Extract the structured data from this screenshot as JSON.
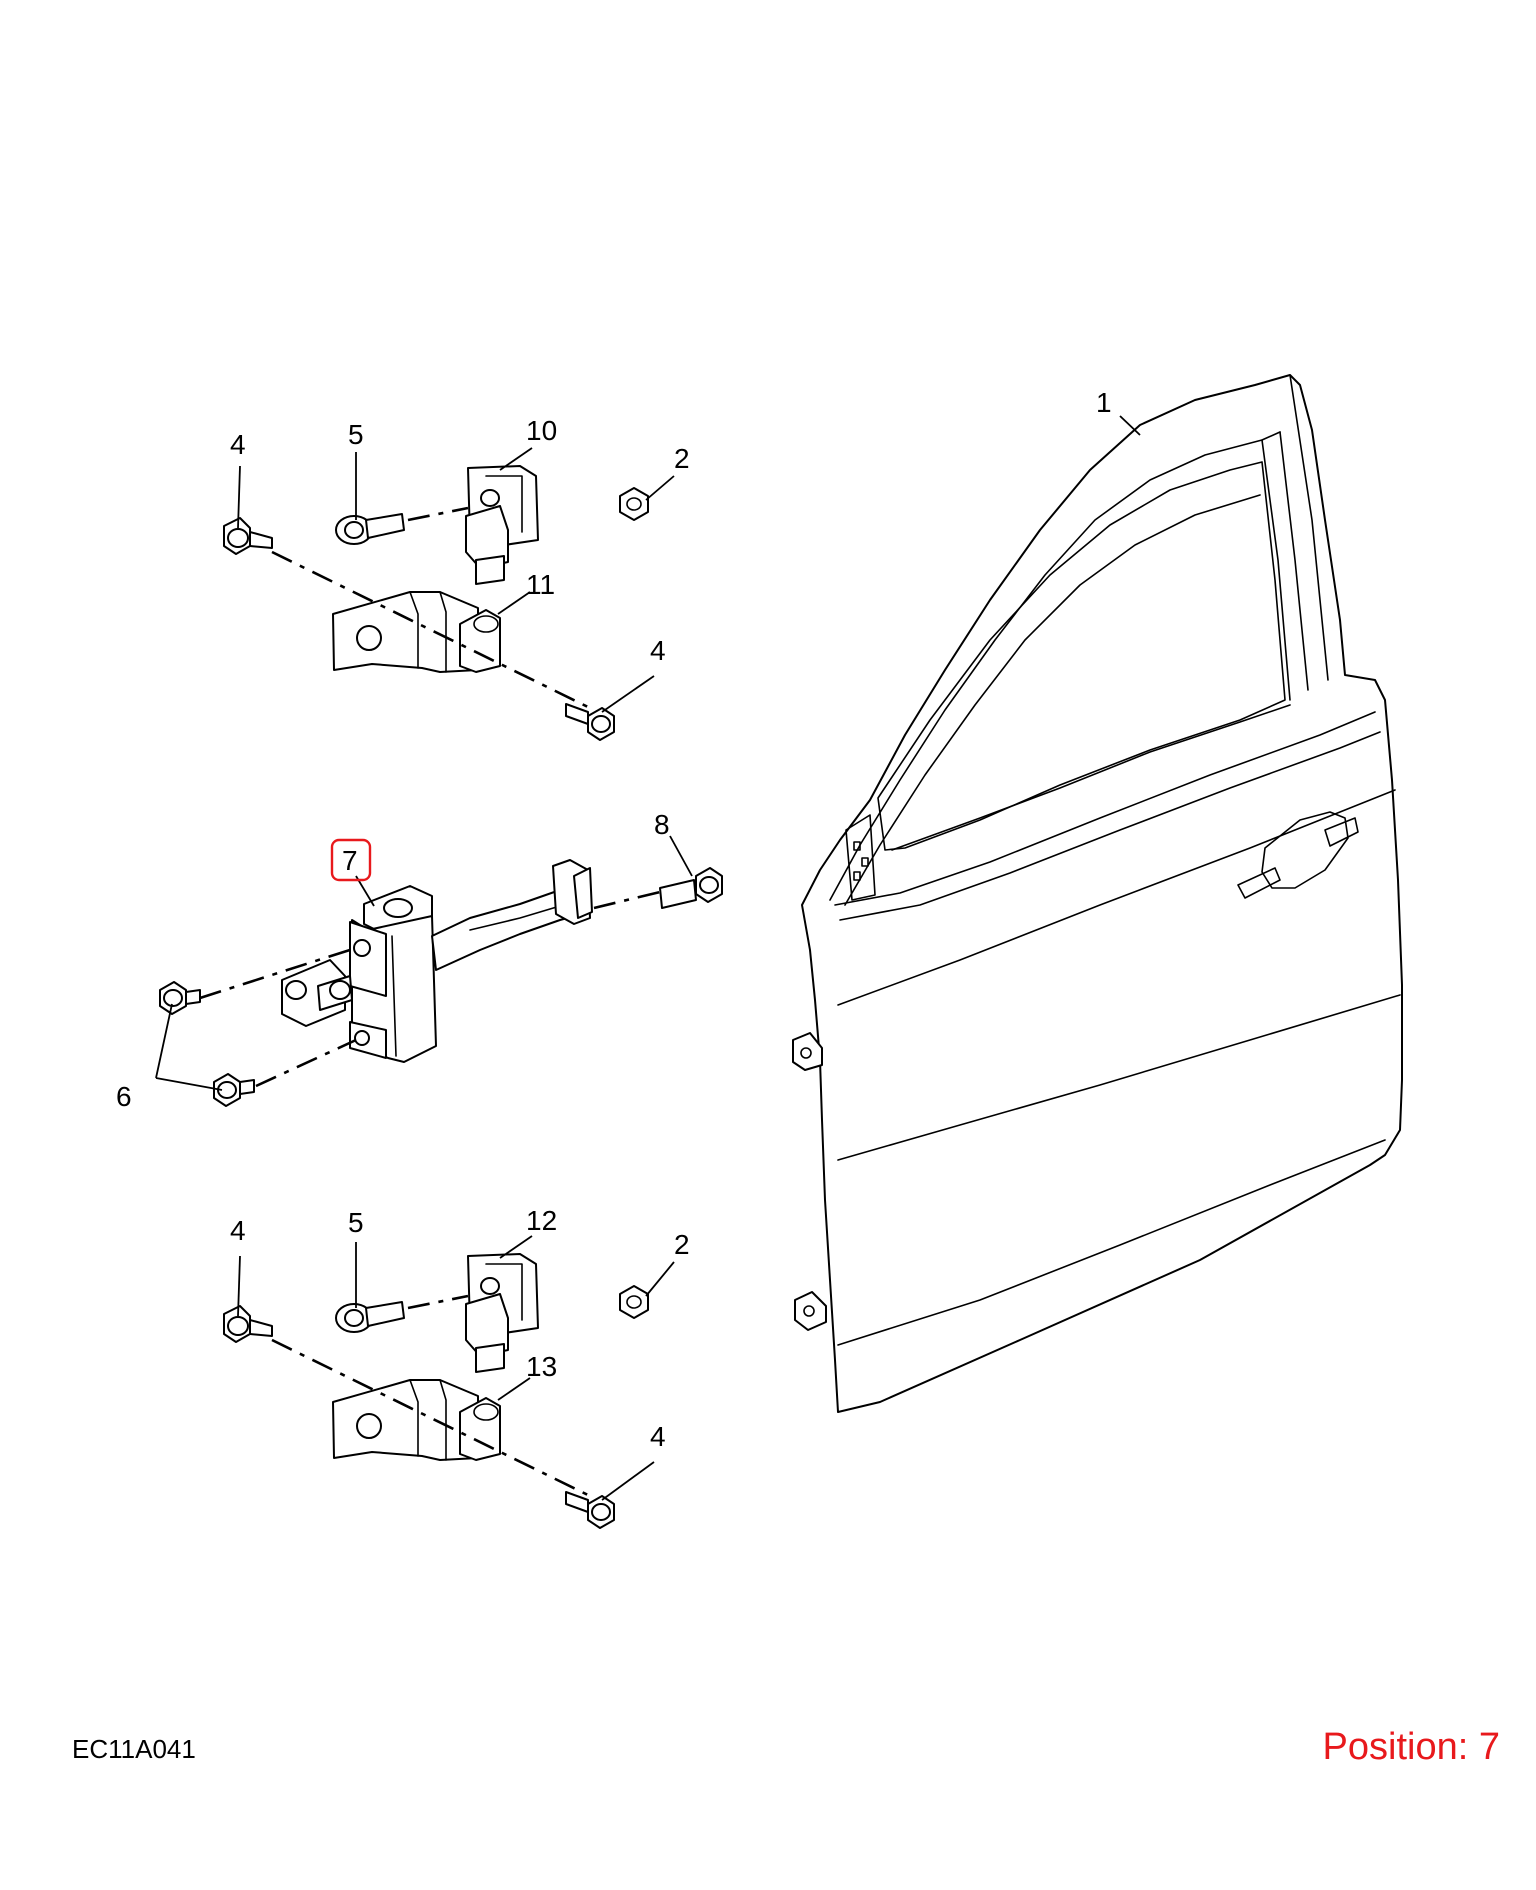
{
  "diagram_code": "EC11A041",
  "position_text": "Position: 7",
  "highlight_color": "#e8191c",
  "highlighted_callout": "7",
  "callouts": {
    "c1": "1",
    "c2a": "2",
    "c2b": "2",
    "c4a": "4",
    "c4b": "4",
    "c4c": "4",
    "c4d": "4",
    "c5a": "5",
    "c5b": "5",
    "c6": "6",
    "c7": "7",
    "c8": "8",
    "c10": "10",
    "c11": "11",
    "c12": "12",
    "c13": "13"
  }
}
